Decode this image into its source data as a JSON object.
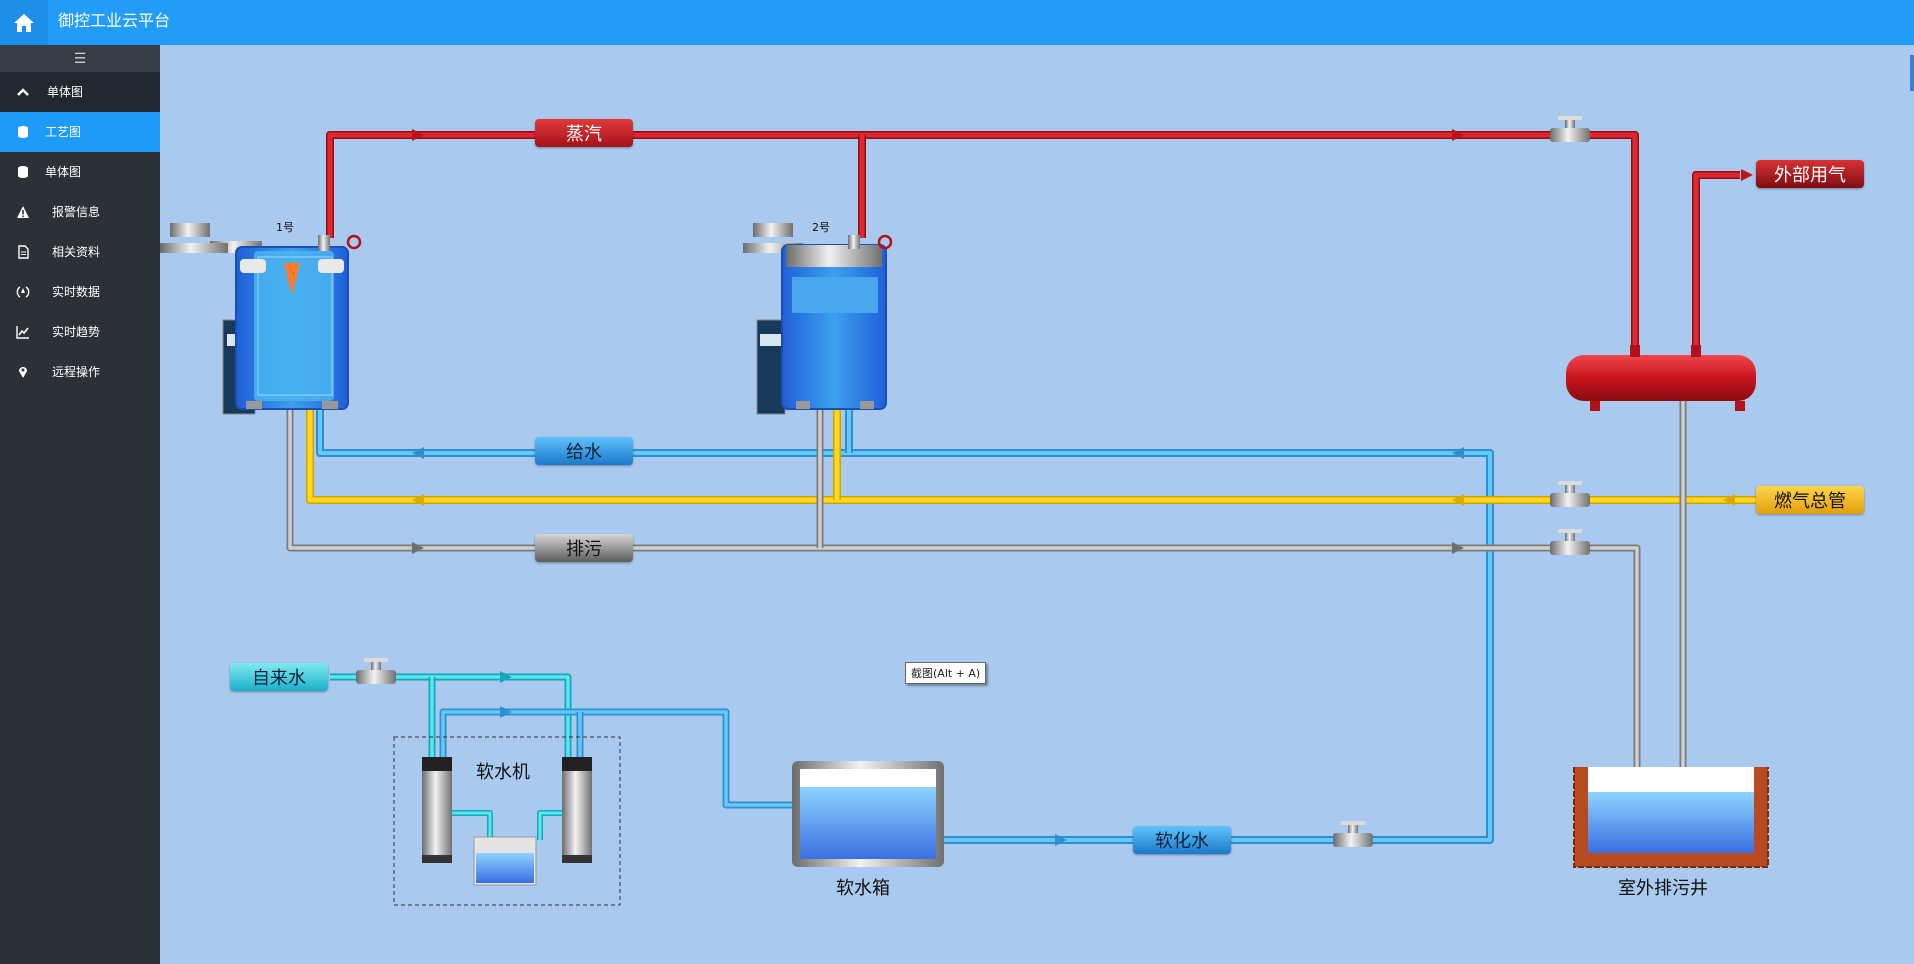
{
  "app": {
    "title": "御控工业云平台"
  },
  "sidebar": {
    "toggle_icon": "menu-icon",
    "items": [
      {
        "label": "单体图",
        "icon": "chevron-up-icon"
      },
      {
        "label": "工艺图",
        "icon": "database-icon"
      },
      {
        "label": "单体图",
        "icon": "database-icon"
      },
      {
        "label": "报警信息",
        "icon": "warning-icon"
      },
      {
        "label": "相关资料",
        "icon": "document-icon"
      },
      {
        "label": "实时数据",
        "icon": "realtime-icon"
      },
      {
        "label": "实时趋势",
        "icon": "trend-icon"
      },
      {
        "label": "远程操作",
        "icon": "location-icon"
      }
    ]
  },
  "diagram": {
    "pipe_labels": {
      "steam": "蒸汽",
      "feed_water": "给水",
      "drain": "排污",
      "gas_main": "燃气总管",
      "external_gas": "外部用气",
      "tap_water": "自来水",
      "soft_water": "软化水"
    },
    "equipment": {
      "boiler_1": "1号",
      "boiler_2": "2号",
      "softener": "软水机",
      "soft_tank": "软水箱",
      "sewage_well": "室外排污井"
    },
    "tooltip": "截图(Alt + A)",
    "colors": {
      "steam": "#e0262f",
      "feed": "#55bff4",
      "gas": "#ffd21f",
      "drain": "#b4b4b4",
      "tap": "#4fe0ee",
      "canvas_bg": "#a9c9ee",
      "topbar": "#229cf6",
      "sidebar": "#2b3137",
      "active": "#1e9bf8"
    }
  }
}
